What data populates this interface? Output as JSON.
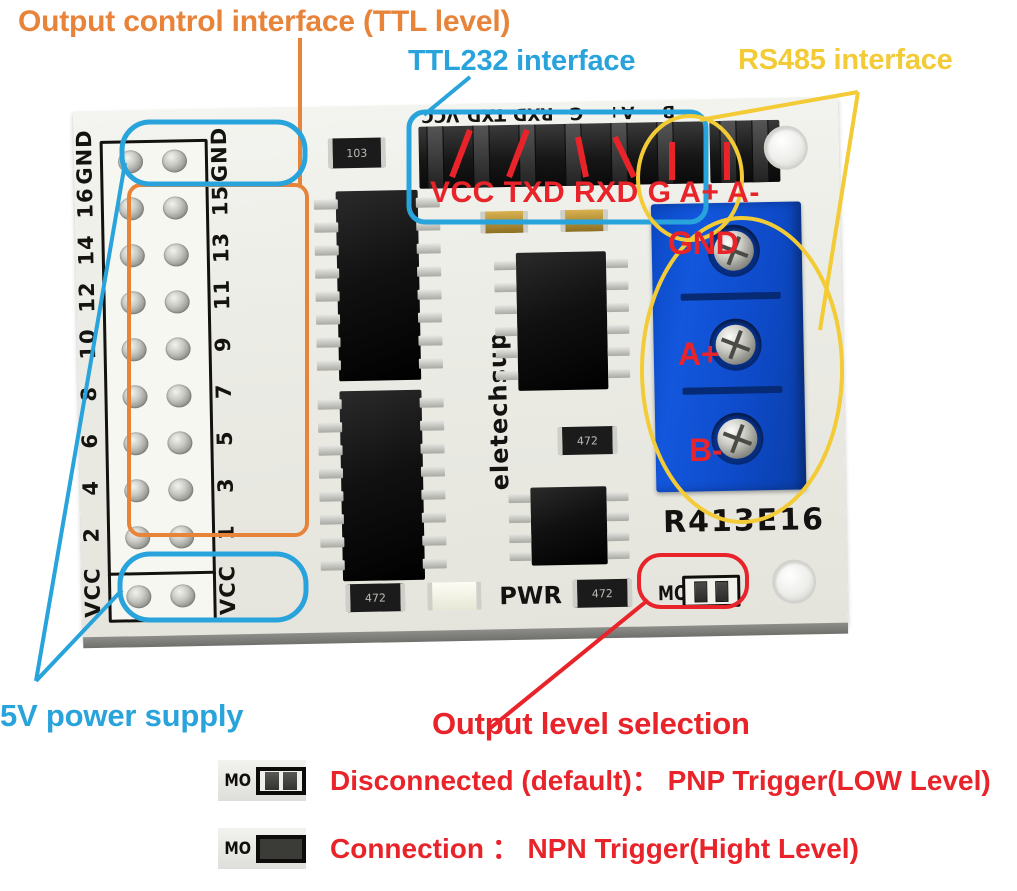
{
  "annotations": {
    "output_control": "Output control interface (TTL level)",
    "ttl232": "TTL232 interface",
    "rs485": "RS485 interface",
    "power5v": "5V power supply",
    "output_level": "Output level selection",
    "pin_labels_red": "VCC TXD RXD G A+ A-",
    "gnd_red": "GND",
    "aplus_red": "A+",
    "bminus_red": "B-"
  },
  "colors": {
    "orange": "#E8833A",
    "blue": "#29A3DB",
    "yellow": "#F2CB36",
    "red": "#E8242A"
  },
  "board": {
    "model": "R413E16",
    "brand": "eletechsup",
    "pwr_label": "PWR",
    "jumper_label": "MO",
    "resistor_103": "103",
    "resistor_472_a": "472",
    "resistor_472_b": "472",
    "resistor_472_c": "472"
  },
  "header_pins": {
    "left_column": [
      "GND",
      "16",
      "14",
      "12",
      "10",
      "8",
      "6",
      "4",
      "2",
      "VCC"
    ],
    "right_column": [
      "GND",
      "15",
      "13",
      "11",
      "9",
      "7",
      "5",
      "3",
      "1",
      "VCC"
    ]
  },
  "ttl_strip_silk": [
    "VCC",
    "TXD",
    "RXD",
    "G",
    "A+",
    "B-"
  ],
  "ttl_red_labels": [
    "VCC",
    "TXD",
    "RXD",
    "G",
    "A+",
    "A-"
  ],
  "terminal_block": {
    "labels": [
      "GND",
      "A+",
      "B-"
    ]
  },
  "legend": {
    "rows": [
      {
        "state": "disconnected",
        "mo": "MO",
        "text": "Disconnected (default)： PNP Trigger(LOW Level)"
      },
      {
        "state": "connected",
        "mo": "MO",
        "text": "Connection                  ： NPN Trigger(Hight Level)"
      }
    ]
  }
}
